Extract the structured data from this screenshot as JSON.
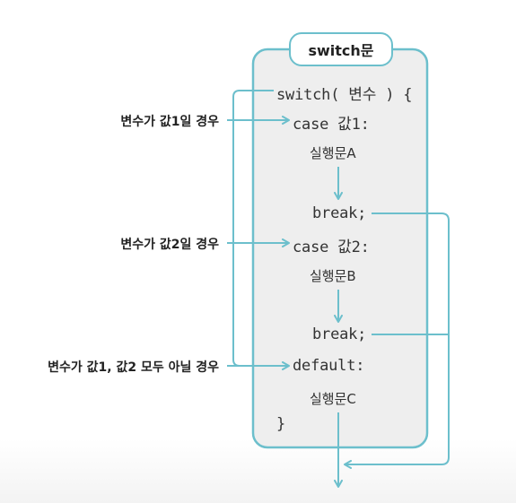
{
  "diagram": {
    "title": "switch문",
    "code": {
      "switch_line": "switch( 변수 ) {",
      "case1": "case 값1:",
      "stmt_a": "실행문A",
      "break1": "break;",
      "case2": "case 값2:",
      "stmt_b": "실행문B",
      "break2": "break;",
      "default": "default:",
      "stmt_c": "실행문C",
      "close_brace": "}"
    },
    "conditions": {
      "cond1": "변수가 값1일 경우",
      "cond2": "변수가 값2일 경우",
      "cond3": "변수가 값1, 값2 모두 아닐 경우"
    },
    "colors": {
      "accent": "#6cbfcc",
      "box_fill": "#eeeeee",
      "text": "#333333"
    }
  }
}
